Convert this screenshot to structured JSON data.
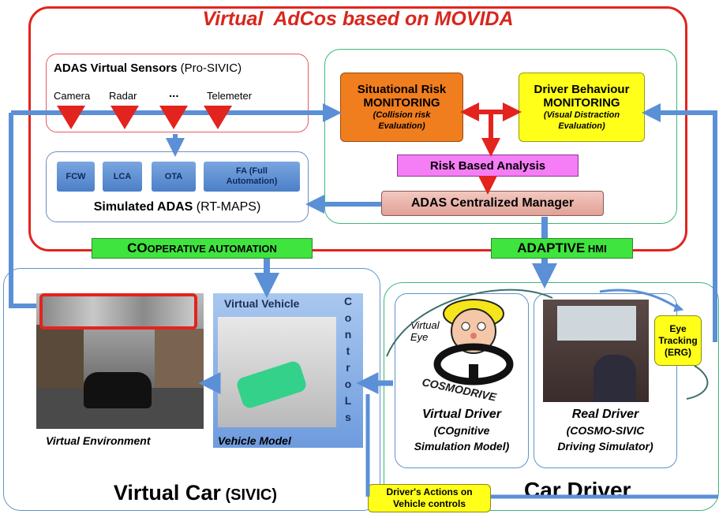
{
  "title": "Virtual  AdCos based on MOVIDA",
  "sensors": {
    "title_bold": "ADAS Virtual Sensors",
    "title_normal": " (Pro-SIVIC)",
    "items": [
      "Camera",
      "Radar",
      "...",
      "Telemeter"
    ]
  },
  "simulated": {
    "title_bold": "Simulated ADAS",
    "title_normal": " (RT-MAPS)",
    "functions": [
      "FCW",
      "LCA",
      "OTA",
      "FA (Full Automation)"
    ]
  },
  "situational": {
    "line1": "Situational Risk",
    "line2": "MONITORING",
    "line3": "(Collision risk",
    "line4": "Evaluation)"
  },
  "behaviour": {
    "line1": "Driver Behaviour",
    "line2": "MONITORING",
    "line3": "(Visual Distraction",
    "line4": "Evaluation)"
  },
  "risk_analysis": "Risk Based Analysis",
  "manager": "ADAS Centralized Manager",
  "cooperative": {
    "big": "CO",
    "rest": "OPERATIVE AUTOMATION"
  },
  "adaptive": {
    "big": "ADAPTIVE",
    "rest": " HMI"
  },
  "virtual_vehicle": "Virtual Vehicle",
  "controls_letters": [
    "C",
    "o",
    "n",
    "t",
    "r",
    "o",
    "L",
    "s"
  ],
  "virtual_environment": "Virtual Environment",
  "vehicle_model": "Vehicle Model",
  "virtual_car": {
    "bold": "Virtual Car",
    "normal": " (SIVIC)"
  },
  "virtual_eye": {
    "line1": "Virtual",
    "line2": "Eye"
  },
  "cosmodrive": "COSMODRIVE",
  "virtual_driver": {
    "line1": "Virtual Driver",
    "line2": "(COgnitive",
    "line3": "Simulation Model)"
  },
  "real_driver": {
    "line1": "Real Driver",
    "line2": "(COSMO-SIVIC",
    "line3": "Driving Simulator)"
  },
  "eye_tracking": {
    "line1": "Eye",
    "line2": "Tracking",
    "line3": "(ERG)"
  },
  "drivers_actions": {
    "line1": "Driver's Actions on",
    "line2": "Vehicle controls"
  },
  "car_driver": "Car Driver",
  "colors": {
    "red": "#e02020",
    "green": "#3cb878",
    "blue_arrow": "#5b8fd6",
    "orange": "#f07d1e",
    "yellow": "#ffff1a",
    "pink": "#f57df5",
    "green_band": "#3fe43f"
  }
}
